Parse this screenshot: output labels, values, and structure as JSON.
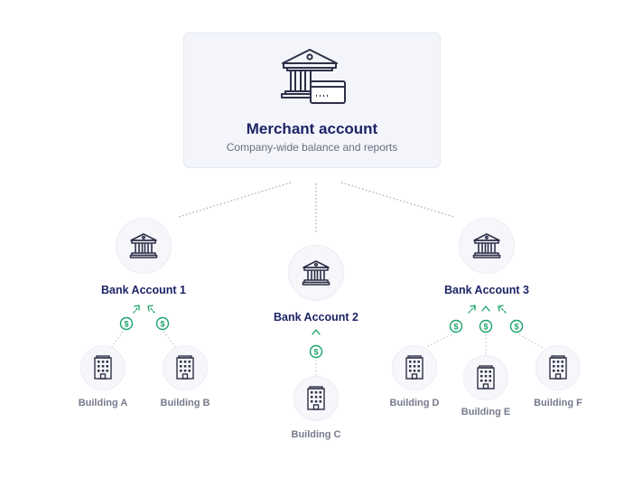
{
  "merchant": {
    "title": "Merchant account",
    "subtitle": "Company-wide balance and reports",
    "icon": "bank-card-icon"
  },
  "banks": [
    {
      "label": "Bank Account 1",
      "icon": "bank-icon"
    },
    {
      "label": "Bank Account 2",
      "icon": "bank-icon"
    },
    {
      "label": "Bank Account 3",
      "icon": "bank-icon"
    }
  ],
  "buildings": [
    {
      "label": "Building A",
      "icon": "office-building-icon"
    },
    {
      "label": "Building B",
      "icon": "office-building-icon"
    },
    {
      "label": "Building C",
      "icon": "office-building-icon"
    },
    {
      "label": "Building D",
      "icon": "office-building-icon"
    },
    {
      "label": "Building E",
      "icon": "office-building-icon"
    },
    {
      "label": "Building F",
      "icon": "office-building-icon"
    }
  ],
  "transfer_icon": "dollar-coin-icon",
  "colors": {
    "title": "#1d2466",
    "dollar": "#1aa36a",
    "building_label": "#777a8c",
    "card_bg": "#f4f5fb"
  }
}
